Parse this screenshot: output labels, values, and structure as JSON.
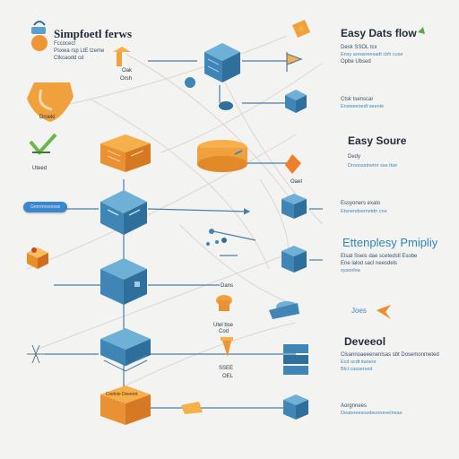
{
  "left_column": {
    "title": "Simpfoetl ferws",
    "sub1": "Fccocect",
    "sub2": "Psxwa rsp LtE tzeme",
    "sub3": "Ctkcaodd cd",
    "node_label_a": "Oak",
    "node_label_b": "Orsh",
    "pill_label": "Gmrrrmeeesse",
    "icon_caption_1": "Droeki",
    "icon_caption_2": "Uteed"
  },
  "center": {
    "cube_caption": "Dans",
    "db_caption_1": "Utel bse",
    "db_caption_2": "Cod",
    "db_caption_3": "SSEE",
    "db_caption_4": "OEL",
    "orange_box_label": "Cvelnie Dveernt"
  },
  "right_column": {
    "title_1": "Easy Dats flow",
    "r1_line1": "Desk SSOL tcx",
    "r1_line2": "Ensy aorasreesadt cbh cuse",
    "r1_line3": "Opbe Ubsed",
    "r2_label": "Ctsk tsenscar",
    "r2_sub": "Ensweeoedt seenle",
    "title_2": "Easy Soure",
    "r3_label": "Dedy",
    "r3_sub": "Droonsstnetnr sse ttse",
    "r3_caption": "Oaet",
    "r4_label": "Essyoners exalo",
    "r4_sub": "Etsnendsemetdn cne",
    "title_3": "Ettenplesy Pmipliy",
    "r5_line1": "Elsat Sseis dae scetedstl Esobe",
    "r5_line2": "Ene lalod sacl neesdels",
    "r5_line3": "sysonloa",
    "r6_label": "Joes",
    "title_4": "Deveeol",
    "r7_line1": "Clsannoaeeenenlsas sbt Dosemonmeted",
    "r7_line2": "Ecd ocdt itaneor",
    "r7_line3": "Blcl cassersed",
    "r8_label": "Aorgnnees",
    "r8_sub": "Deatereesosdeunnevelneas"
  },
  "colors": {
    "blue_top": "#6fb0d6",
    "blue_left": "#3f86b6",
    "blue_right": "#2f6f9c",
    "orange_top": "#f5b04c",
    "orange_left": "#ea9233",
    "orange_right": "#d57a22",
    "connector": "#4a7ea3",
    "faint_line": "#d9cfc6"
  }
}
